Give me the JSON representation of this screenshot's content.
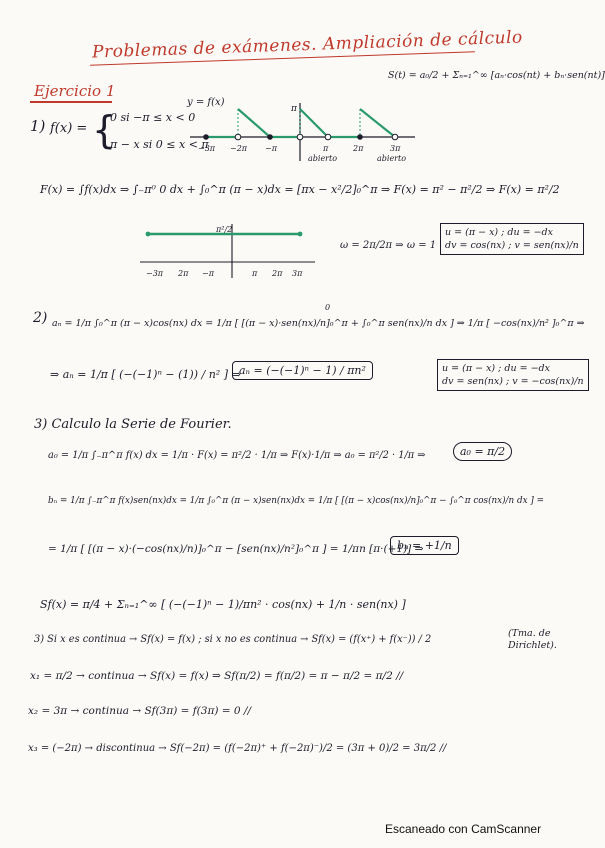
{
  "title": "Problemas de exámenes. Ampliación de cálculo",
  "exercise": "Ejercicio 1",
  "series_formula": "S(t) = a₀/2 + Σₙ₌₁^∞ [aₙ·cos(nt) + bₙ·sen(nt)]",
  "part1": {
    "label": "1)",
    "f_def_lhs": "f(x) =",
    "f_piece1": "0   si  −π ≤ x < 0",
    "f_piece2": "π − x   si  0 ≤ x < π",
    "graph_label": "y = f(x)",
    "graph_ticks": [
      "−3π",
      "−2π",
      "−π",
      "π",
      "2π",
      "3π"
    ],
    "graph_pi_label": "π",
    "abierto1": "abierto",
    "abierto2": "abierto",
    "F_line": "F(x) = ∫f(x)dx ⇒ ∫₋π⁰ 0 dx + ∫₀^π (π − x)dx = [πx − x²/2]₀^π ⇒ F(x) = π² − π²/2 ⇒ F(x) = π²/2",
    "graph2_label": "π²/2",
    "graph2_ticks": [
      "−3π",
      "2π",
      "−π",
      "π",
      "2π",
      "3π"
    ],
    "omega": "ω = 2π/2π ⇒ ω = 1",
    "subst_box": [
      "u = (π − x) ; du = −dx",
      "dv = cos(nx) ; v = sen(nx)/n"
    ]
  },
  "part2": {
    "label": "2)",
    "line1": "aₙ = 1/π ∫₀^π (π − x)cos(nx) dx = 1/π [ [(π − x)·sen(nx)/n]₀^π + ∫₀^π sen(nx)/n dx ] ⇒ 1/π [ −cos(nx)/n² ]₀^π ⇒",
    "zero": "0",
    "line2": "⇒ aₙ = 1/π [ (−(−1)ⁿ − (1)) / n² ] ⇒",
    "result": "aₙ = (−(−1)ⁿ − 1) / πn²",
    "subst_box": [
      "u = (π − x) ; du = −dx",
      "dv = sen(nx) ; v = −cos(nx)/n"
    ]
  },
  "part3": {
    "label": "3) Calculo la Serie de Fourier.",
    "a0_line": "a₀ = 1/π ∫₋π^π f(x) dx = 1/π · F(x) = π²/2 · 1/π ⇒ F(x)·1/π ⇒ a₀ = π²/2 · 1/π ⇒",
    "a0_result": "a₀ = π/2",
    "bn_line": "bₙ = 1/π ∫₋π^π f(x)sen(nx)dx = 1/π ∫₀^π (π − x)sen(nx)dx = 1/π [ [(π − x)cos(nx)/n]₀^π − ∫₀^π cos(nx)/n dx ] =",
    "bn_line2": "= 1/π [ [(π − x)·(−cos(nx)/n)]₀^π − [sen(nx)/n²]₀^π ] = 1/πn [π·(+1)] ⇒",
    "bn_result": "bₙ = +1/n",
    "sf_line": "Sf(x) = π/4 + Σₙ₌₁^∞ [ (−(−1)ⁿ − 1)/πn² · cos(nx) + 1/n · sen(nx) ]"
  },
  "part3b": {
    "statement": "3) Si x es continua → Sf(x) = f(x) ; si x no es continua → Sf(x) = (f(x⁺) + f(x⁻)) / 2",
    "theorem": "(Tma. de Dirichlet).",
    "x1": "x₁ = π/2 → continua → Sf(x) = f(x) ⇒ Sf(π/2) = f(π/2) = π − π/2 = π/2 //",
    "x2": "x₂ = 3π → continua → Sf(3π) = f(3π) = 0 //",
    "x3": "x₃ = (−2π) → discontinua → Sf(−2π) = (f(−2π)⁺ + f(−2π)⁻)/2 = (3π + 0)/2 = 3π/2 //"
  },
  "footer": "Escaneado con CamScanner",
  "colors": {
    "ink": "#1c1c2a",
    "red": "#c0392b",
    "green": "#2a9a6c"
  }
}
